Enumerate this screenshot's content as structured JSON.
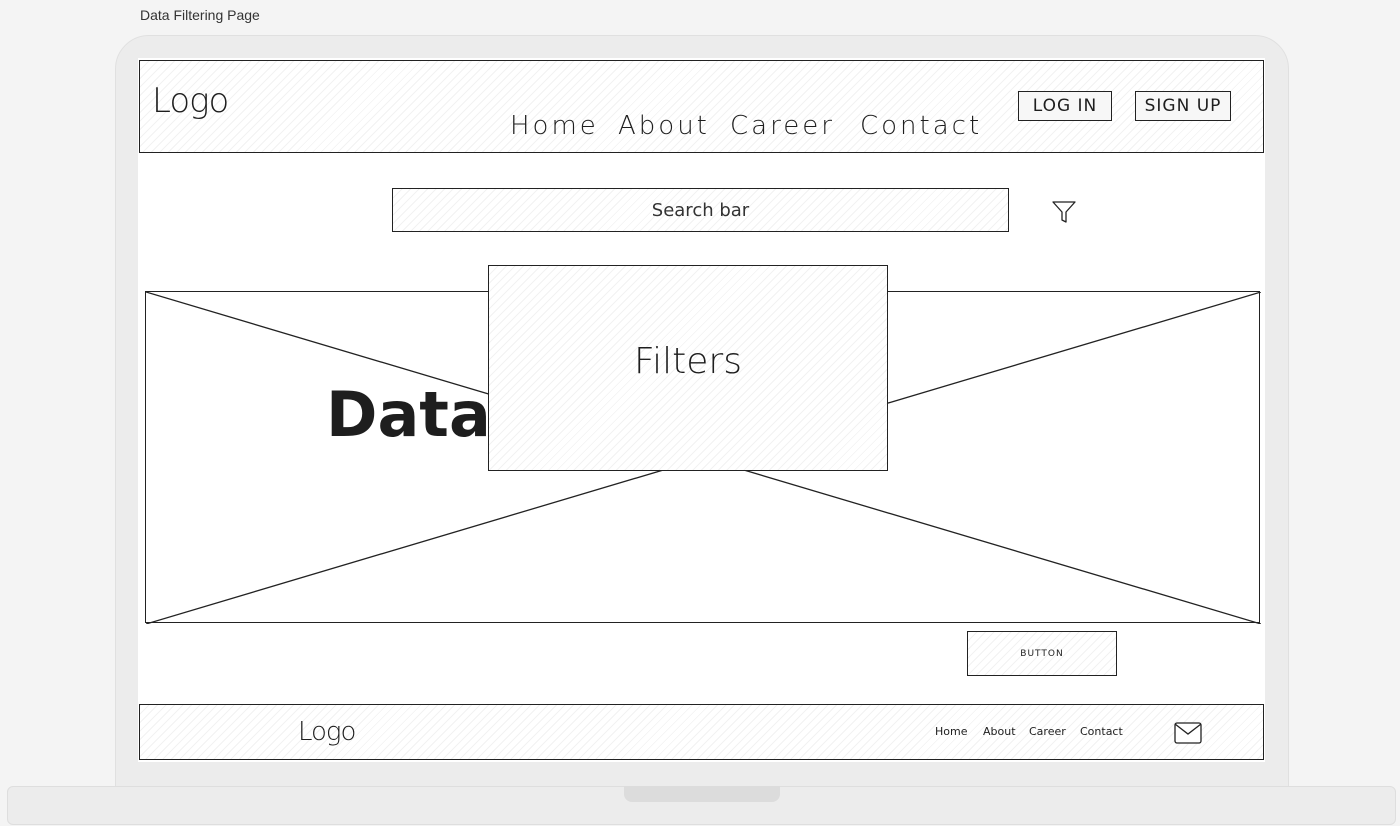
{
  "page_label": "Data Filtering Page",
  "header": {
    "logo": "Logo",
    "nav": [
      "Home",
      "About",
      "Career",
      "Contact"
    ],
    "login_label": "LOG IN",
    "signup_label": "SIGN UP"
  },
  "search": {
    "placeholder": "Search bar",
    "filter_icon": "filter-icon"
  },
  "content": {
    "data_label": "Data",
    "filters_title": "Filters",
    "button_label": "BUTTON"
  },
  "footer": {
    "logo": "Logo",
    "links": [
      "Home",
      "About",
      "Career",
      "Contact"
    ],
    "mail_icon": "mail-icon"
  },
  "colors": {
    "ink": "#1e1e1e",
    "device": "#ececec",
    "background": "#f4f4f4"
  }
}
